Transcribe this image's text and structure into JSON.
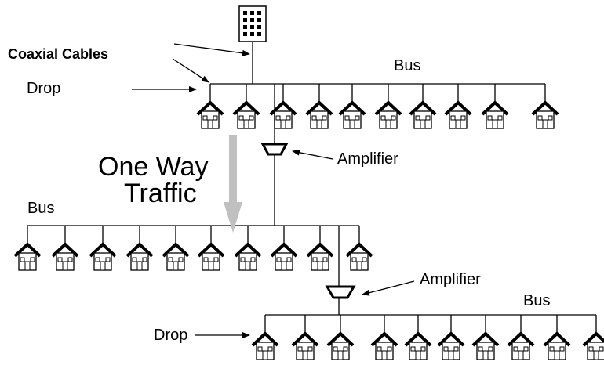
{
  "labels": {
    "coaxial_cables": "Coaxial Cables",
    "drop": "Drop",
    "bus": "Bus",
    "amplifier": "Amplifier",
    "traffic_line1": "One Way",
    "traffic_line2": "Traffic"
  },
  "houses_per_bus": 10,
  "colors": {
    "line": "#000000",
    "traffic_arrow": "#c0c0c0"
  }
}
